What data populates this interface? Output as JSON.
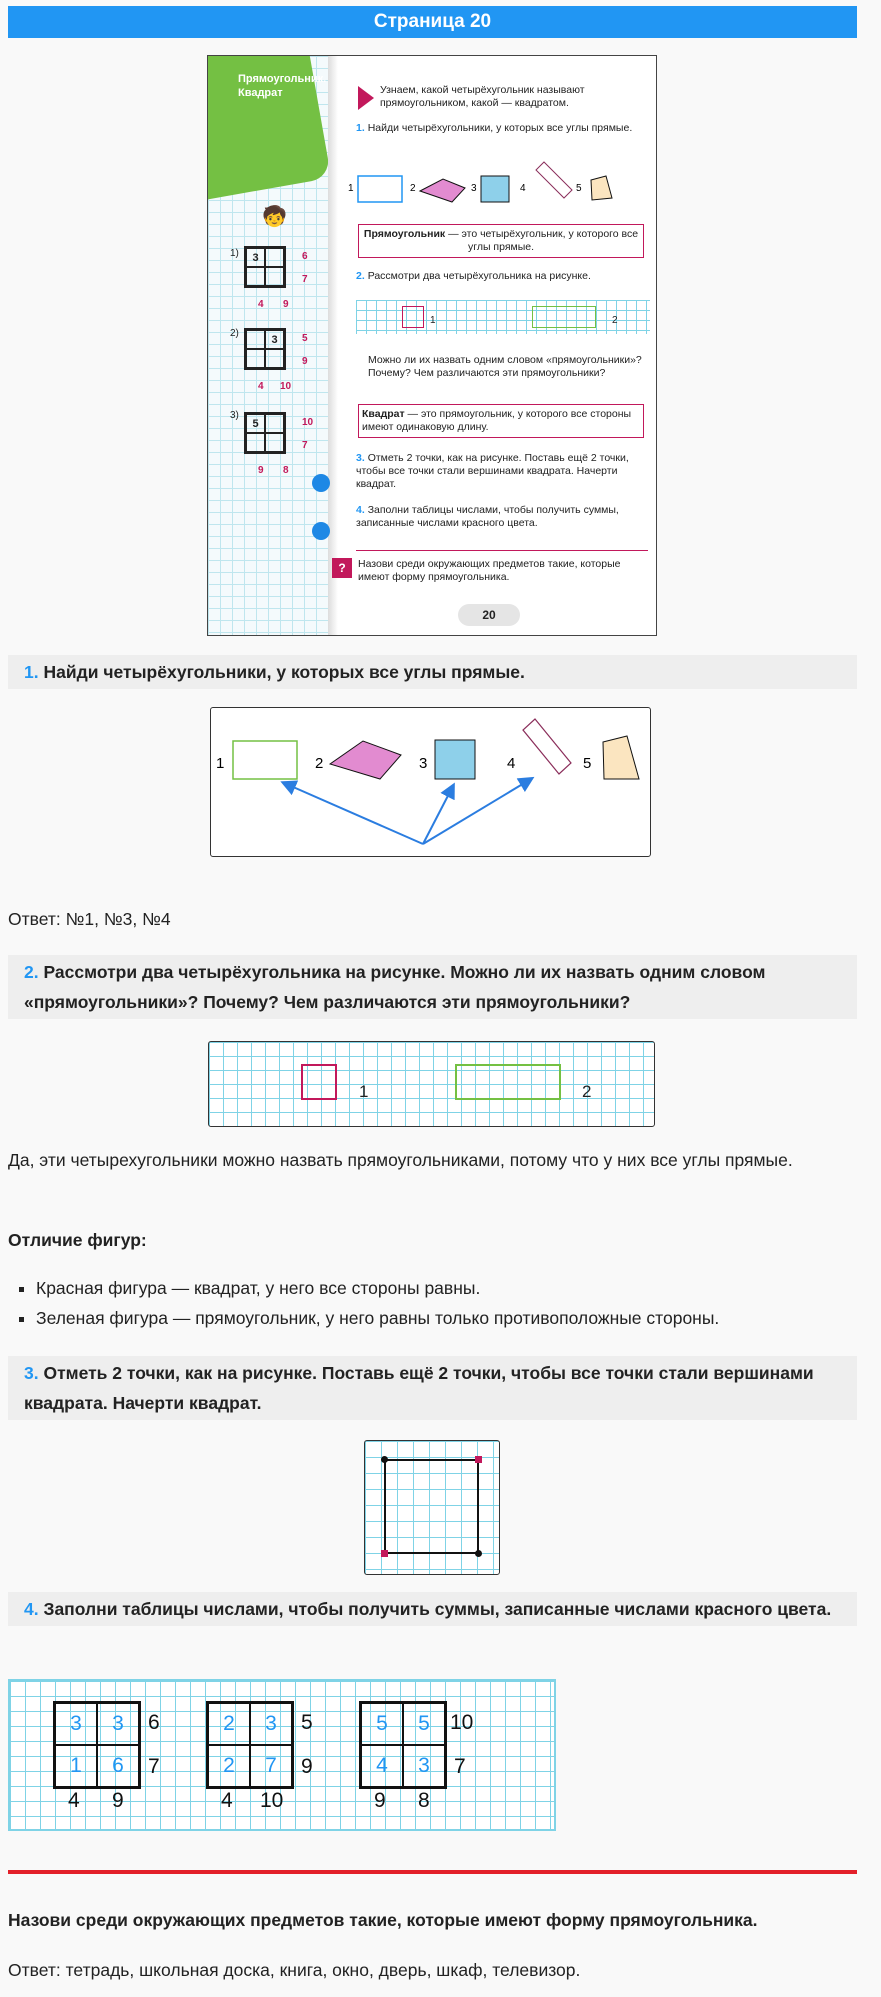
{
  "page": {
    "title": "Страница 20"
  },
  "book": {
    "section_title_line1": "Прямоугольник.",
    "section_title_line2": "Квадрат",
    "intro": "Узнаем, какой четырёхугольник называют прямоугольником, какой — квадратом.",
    "task1_num": "1.",
    "task1": "Найди четырёхугольники, у которых все углы прямые.",
    "fig_labels": [
      "1",
      "2",
      "3",
      "4",
      "5"
    ],
    "def1_term": "Прямоугольник",
    "def1_rest": " — это четырёхугольник, у которого все углы прямые.",
    "task2_num": "2.",
    "task2": "Рассмотри два четырёхугольника на рисунке.",
    "task2_q": "Можно ли их назвать одним словом «прямоугольники»? Почему? Чем различаются эти прямоугольники?",
    "def2_term": "Квадрат",
    "def2_rest": " — это прямоугольник, у которого все стороны имеют одинаковую длину.",
    "task3_num": "3.",
    "task3": "Отметь 2 точки, как на рисунке. Поставь ещё 2 точки, чтобы все точки стали вершинами квадрата. Начерти квадрат.",
    "task4_num": "4.",
    "task4": "Заполни таблицы числами, чтобы получить суммы, записанные числами красного цвета.",
    "q_mark": "?",
    "question": "Назови среди окружающих предметов такие, которые имеют форму прямоугольника.",
    "page_number": "20",
    "tables": [
      {
        "label": "1)",
        "given": "3",
        "rows": [
          "6",
          "7"
        ],
        "cols": [
          "4",
          "9"
        ]
      },
      {
        "label": "2)",
        "given": "3",
        "rows": [
          "5",
          "9"
        ],
        "cols": [
          "4",
          "10"
        ]
      },
      {
        "label": "3)",
        "given": "5",
        "rows": [
          "10",
          "7"
        ],
        "cols": [
          "9",
          "8"
        ]
      }
    ]
  },
  "task1": {
    "num": "1.",
    "text": "Найди четырёхугольники, у которых все углы прямые.",
    "labels": [
      "1",
      "2",
      "3",
      "4",
      "5"
    ],
    "answer": "Ответ: №1, №3, №4"
  },
  "task2": {
    "num": "2.",
    "text": "Рассмотри два четырёхугольника на рисунке. Можно ли их назвать одним словом «прямоугольники»? Почему? Чем различаются эти прямоугольники?",
    "labels": [
      "1",
      "2"
    ],
    "answer": "Да, эти четырехугольники можно назвать прямоугольниками, потому что у них все углы прямые.",
    "diff_heading": "Отличие фигур:",
    "diff_items": [
      "Красная фигура — квадрат, у него все стороны равны.",
      "Зеленая фигура — прямоугольник, у него равны только противоположные стороны."
    ]
  },
  "task3": {
    "num": "3.",
    "text": "Отметь 2 точки, как на рисунке. Поставь ещё 2 точки, чтобы все точки стали вершинами квадрата. Начерти квадрат."
  },
  "task4": {
    "num": "4.",
    "text": "Заполни таблицы числами, чтобы получить суммы, записанные числами красного цвета.",
    "tables": [
      {
        "cells": [
          "3",
          "3",
          "1",
          "6"
        ],
        "rows": [
          "6",
          "7"
        ],
        "cols": [
          "4",
          "9"
        ]
      },
      {
        "cells": [
          "2",
          "3",
          "2",
          "7"
        ],
        "rows": [
          "5",
          "9"
        ],
        "cols": [
          "4",
          "10"
        ]
      },
      {
        "cells": [
          "5",
          "5",
          "4",
          "3"
        ],
        "rows": [
          "10",
          "7"
        ],
        "cols": [
          "9",
          "8"
        ]
      }
    ]
  },
  "question": {
    "text": "Назови среди окружающих предметов такие, которые имеют форму прямоугольника.",
    "answer": "Ответ: тетрадь, школьная доска, книга, окно, дверь, шкаф, телевизор."
  },
  "colors": {
    "header_blue": "#2196f3",
    "accent_red": "#e3202a",
    "square_red": "#c2185b",
    "rect_green": "#74c043",
    "grid_cyan": "#7fd3e6"
  }
}
